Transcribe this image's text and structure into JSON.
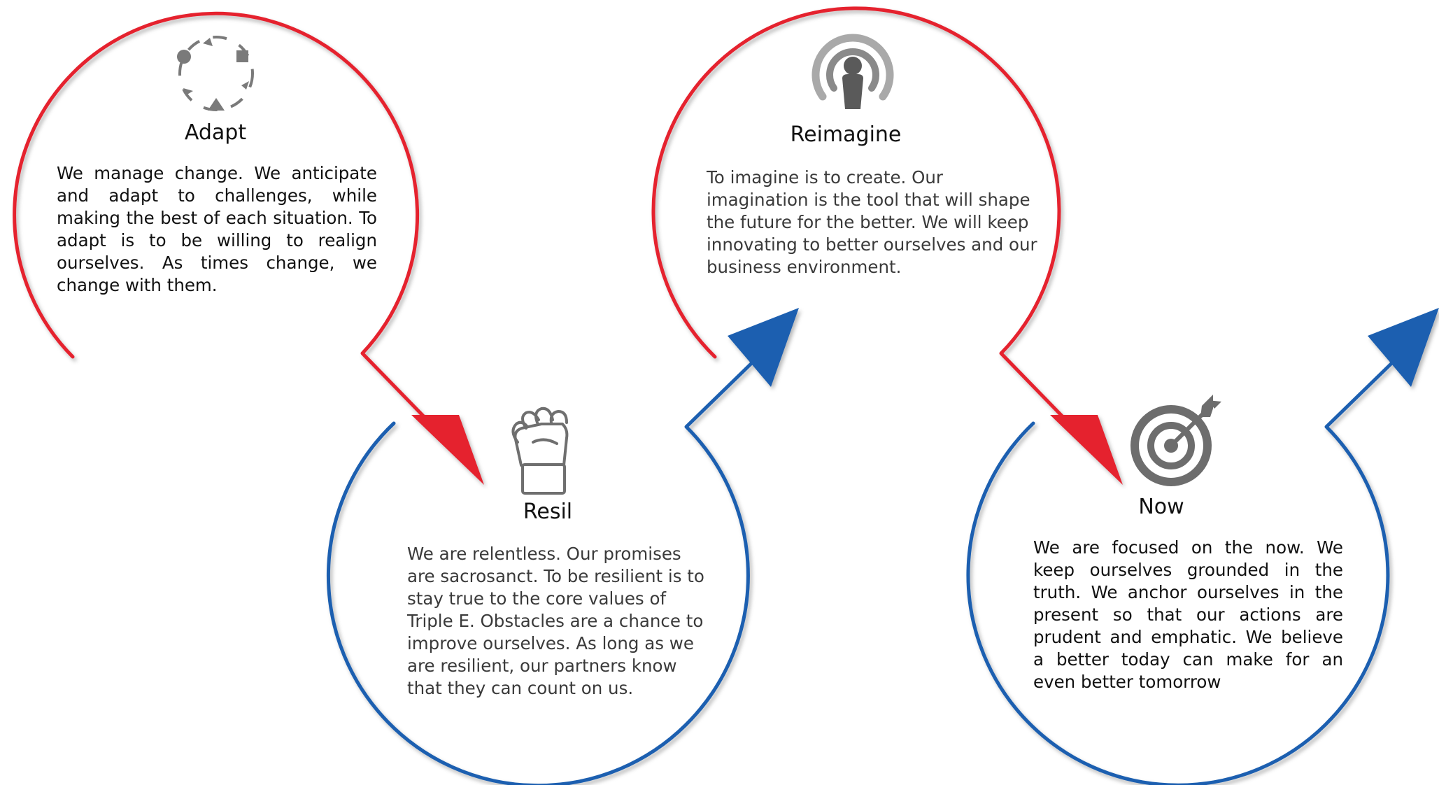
{
  "colors": {
    "red_ring": "#e5202e",
    "blue_ring": "#1b5fb0",
    "icon_gray": "#7a7a7a",
    "text": "#111111"
  },
  "stages": {
    "adapt": {
      "title": "Adapt",
      "icon": "cycle-icon",
      "body": "We manage change. We anticipate and adapt to challenges, while making the best of each situation. To adapt is to be willing to realign ourselves. As times change, we change with them."
    },
    "resil": {
      "title": "Resil",
      "icon": "fist-icon",
      "body": "We are relentless. Our promises are sacrosanct. To be resilient is to stay true to the core values of Triple E. Obstacles are a chance to improve ourselves. As long as we are resilient, our partners know that they can count on us."
    },
    "reimagine": {
      "title": "Reimagine",
      "icon": "podcast-icon",
      "body": "To imagine is to create. Our imagination is the tool that will shape the future for the better. We will keep innovating to better ourselves and our business environment."
    },
    "now": {
      "title": "Now",
      "icon": "target-icon",
      "body": "We are focused on the now. We keep ourselves grounded in the truth. We anchor ourselves in the present so that our actions are prudent and emphatic. We believe a better today can make for an even better tomorrow"
    }
  }
}
